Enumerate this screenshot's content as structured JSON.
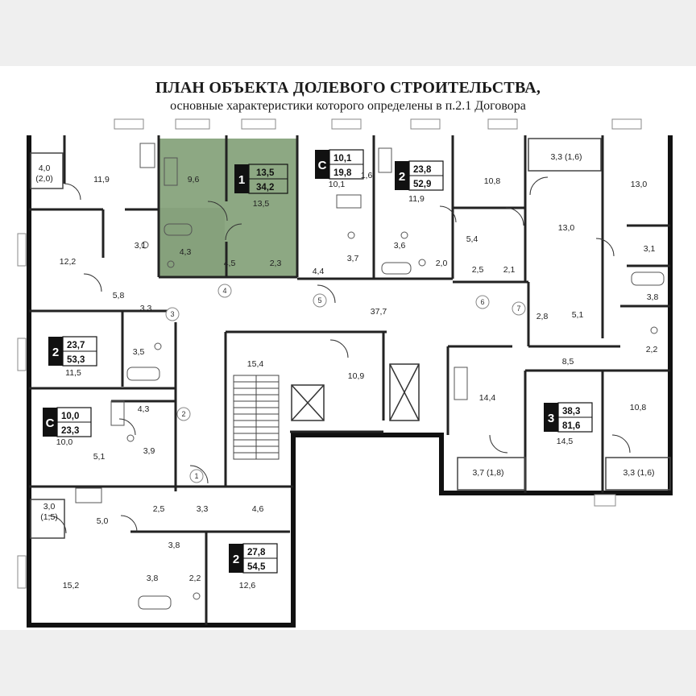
{
  "header": {
    "title": "ПЛАН ОБЪЕКТА ДОЛЕВОГО СТРОИТЕЛЬСТВА,",
    "subtitle": "основные характеристики которого определены в п.2.1 Договора"
  },
  "colors": {
    "wall": "#111111",
    "partition": "#444444",
    "highlight_fill": "#8da883",
    "highlight_fill_dark": "#7f9a75",
    "badge": "#111111"
  },
  "selected_apartment": {
    "rooms": "1",
    "living": "13,5",
    "total": "34,2"
  },
  "apartments": [
    {
      "id": "apt-1-selected",
      "rooms": "1",
      "living": "13,5",
      "total": "34,2"
    },
    {
      "id": "apt-studio-top",
      "rooms": "С",
      "living": "10,1",
      "total": "19,8"
    },
    {
      "id": "apt-2-top",
      "rooms": "2",
      "living": "23,8",
      "total": "52,9"
    },
    {
      "id": "apt-2-left",
      "rooms": "2",
      "living": "23,7",
      "total": "53,3"
    },
    {
      "id": "apt-studio-left",
      "rooms": "С",
      "living": "10,0",
      "total": "23,3"
    },
    {
      "id": "apt-3-right",
      "rooms": "3",
      "living": "38,3",
      "total": "81,6"
    },
    {
      "id": "apt-2-bottom",
      "rooms": "2",
      "living": "27,8",
      "total": "54,5"
    }
  ],
  "room_areas": {
    "r4_0": "4,0",
    "r2_0b": "(2,0)",
    "r11_9a": "11,9",
    "r9_6": "9,6",
    "r13_5": "13,5",
    "r4_3a": "4,3",
    "r4_5": "4,5",
    "r2_3": "2,3",
    "r3_1a": "3,1",
    "r12_2": "12,2",
    "r5_8": "5,8",
    "r3_3a": "3,3",
    "r3_5": "3,5",
    "r11_5": "11,5",
    "r4_3b": "4,3",
    "r10_0": "10,0",
    "r5_1a": "5,1",
    "r3_9": "3,9",
    "r3_0": "3,0",
    "r1_5b": "(1,5)",
    "r5_0": "5,0",
    "r2_5a": "2,5",
    "r3_3b": "3,3",
    "r4_6": "4,6",
    "r3_8a": "3,8",
    "r3_8b": "3,8",
    "r2_2a": "2,2",
    "r15_2": "15,2",
    "r12_6": "12,6",
    "r15_4": "15,4",
    "r10_9": "10,9",
    "r37_7": "37,7",
    "r4_4": "4,4",
    "r3_7a": "3,7",
    "r10_1": "10,1",
    "r1_6": "1,6",
    "r3_6": "3,6",
    "r2_0": "2,0",
    "r11_9b": "11,9",
    "r10_8a": "10,8",
    "r5_4": "5,4",
    "r2_5b": "2,5",
    "r2_1": "2,1",
    "r3_3c": "3,3 (1,6)",
    "r13_0a": "13,0",
    "r13_0b": "13,0",
    "r3_1b": "3,1",
    "r3_8c": "3,8",
    "r2_2b": "2,2",
    "r2_8": "2,8",
    "r5_1b": "5,1",
    "r8_5": "8,5",
    "r14_4": "14,4",
    "r10_8b": "10,8",
    "r14_5": "14,5",
    "r3_7b": "3,7 (1,8)",
    "r3_3d": "3,3 (1,6)"
  },
  "door_numbers": [
    "1",
    "2",
    "3",
    "4",
    "5",
    "6",
    "7"
  ]
}
